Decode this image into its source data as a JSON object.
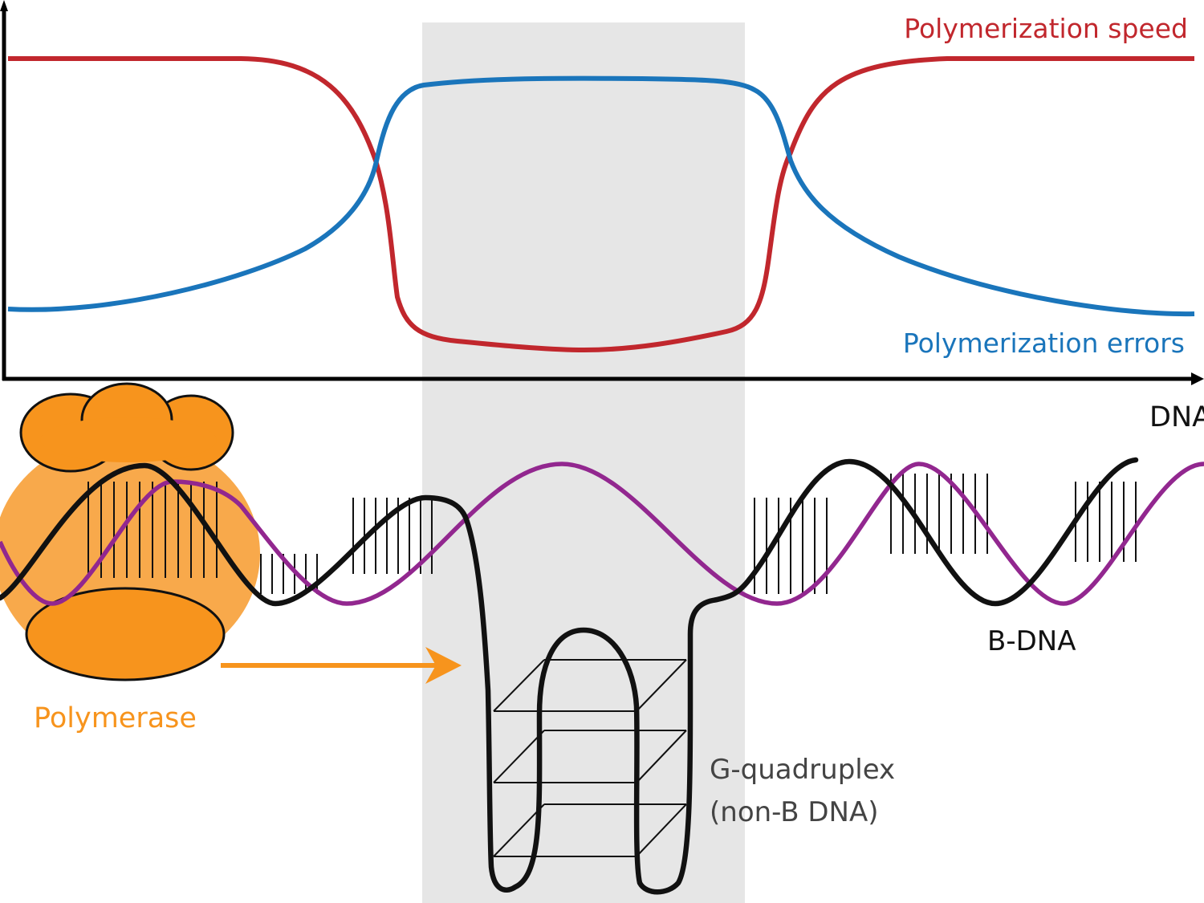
{
  "labels": {
    "speed": "Polymerization speed",
    "errors": "Polymerization errors",
    "x_axis": "DNA",
    "polymerase": "Polymerase",
    "b_dna": "B-DNA",
    "gq_line1": "G-quadruplex",
    "gq_line2": "(non-B DNA)"
  },
  "colors": {
    "speed": "#c1272d",
    "errors": "#1a75bb",
    "polymerase_dark": "#f7941d",
    "polymerase_light": "#f8a94b",
    "strand_black": "#111111",
    "strand_purple": "#92278f",
    "highlight_band": "#e6e6e6",
    "polymerase_text": "#f7941d",
    "label_text": "#111111",
    "gq_text": "#444444"
  }
}
